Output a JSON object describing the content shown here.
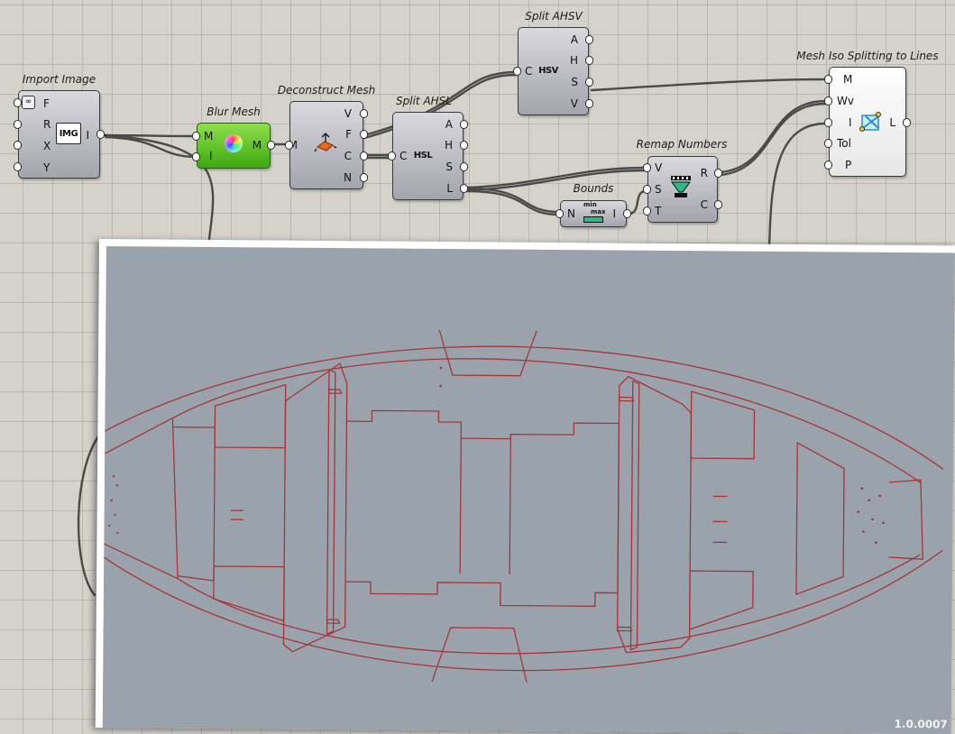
{
  "nodes": {
    "import_image": {
      "title": "Import Image",
      "inputs": [
        "F",
        "R",
        "X",
        "Y"
      ],
      "outputs": [
        "I"
      ],
      "icon": "IMG"
    },
    "blur_mesh": {
      "title": "Blur Mesh",
      "inputs": [
        "M",
        "I"
      ],
      "outputs": [
        "M"
      ]
    },
    "deconstruct_mesh": {
      "title": "Deconstruct Mesh",
      "inputs": [
        "M"
      ],
      "outputs": [
        "V",
        "F",
        "C",
        "N"
      ]
    },
    "split_ahsl": {
      "title": "Split AHSL",
      "inputs": [
        "C"
      ],
      "outputs": [
        "A",
        "H",
        "S",
        "L"
      ],
      "icon": "HSL"
    },
    "split_ahsv": {
      "title": "Split AHSV",
      "inputs": [
        "C"
      ],
      "outputs": [
        "A",
        "H",
        "S",
        "V"
      ],
      "icon": "HSV"
    },
    "bounds": {
      "title": "Bounds",
      "inputs": [
        "N"
      ],
      "outputs": [
        "I"
      ],
      "icon_top": "min",
      "icon_bottom": "max"
    },
    "remap_numbers": {
      "title": "Remap Numbers",
      "inputs": [
        "V",
        "S",
        "T"
      ],
      "outputs": [
        "R",
        "C"
      ]
    },
    "mesh_iso": {
      "title": "Mesh Iso Splitting to Lines",
      "inputs": [
        "M",
        "Wv",
        "I",
        "Tol",
        "P"
      ],
      "outputs": [
        "L"
      ]
    }
  },
  "viewport": {
    "scale_label": "1.0.0007",
    "background": "#9aa2ab",
    "curve_color": "#a4353a"
  },
  "colors": {
    "canvas": "#d4d2cb",
    "wire": "#4a4a48",
    "component": "#b9bac1",
    "blur_mesh": "#5dc21e"
  }
}
